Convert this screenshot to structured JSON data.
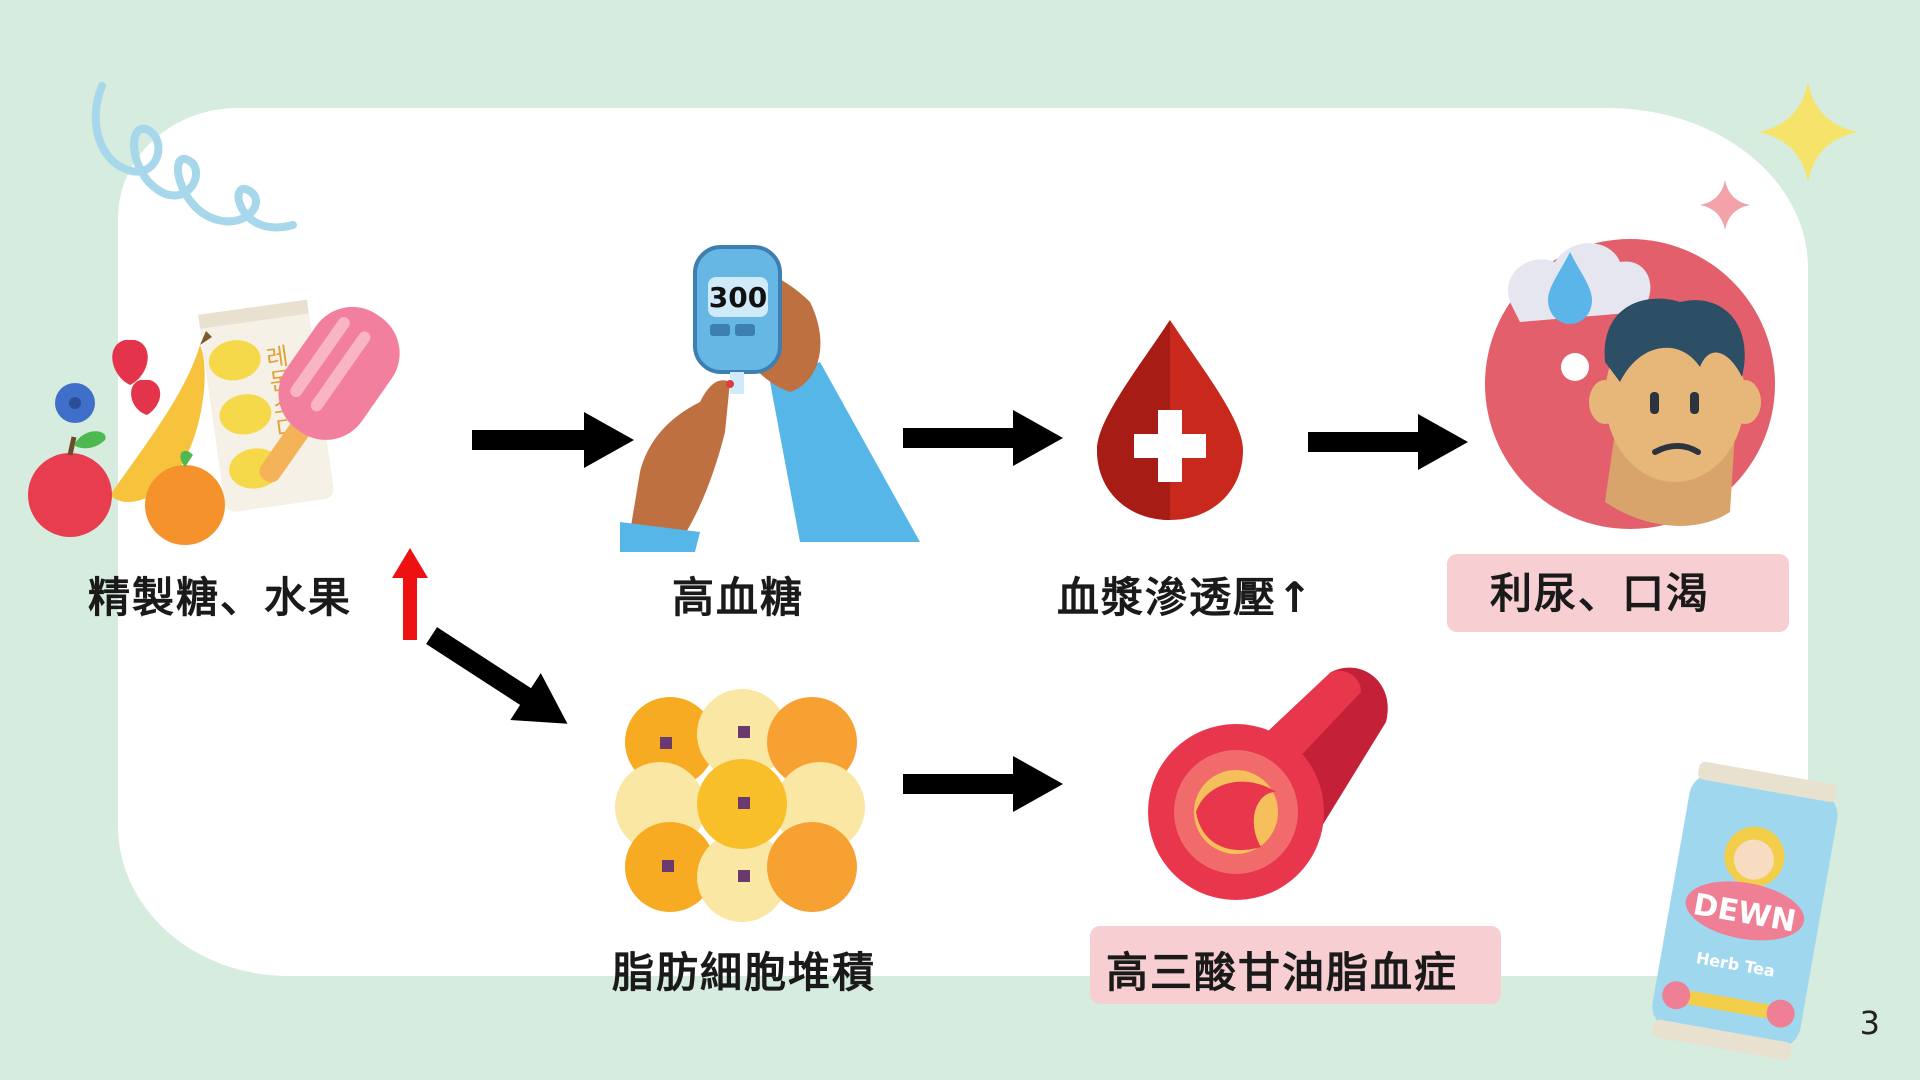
{
  "slide": {
    "page_number": "3"
  },
  "nodes": {
    "sugar_fruit": {
      "label": "精製糖、水果",
      "icon": "fruit-popsicle-icon"
    },
    "high_blood_sugar": {
      "label": "高血糖",
      "icon": "glucose-meter-icon",
      "meter_reading": "300"
    },
    "plasma_osmotic": {
      "label": "血漿滲透壓↑",
      "icon": "blood-drop-icon"
    },
    "diuresis_thirst": {
      "label": "利尿、口渴",
      "icon": "thirsty-person-icon"
    },
    "fat_cells": {
      "label": "脂肪細胞堆積",
      "icon": "fat-cells-icon"
    },
    "hypertriglyceridemia": {
      "label": "高三酸甘油脂血症",
      "icon": "blood-vessel-icon"
    }
  },
  "decor": {
    "soda_can": {
      "brand": "DEWN",
      "sub": "Herb Tea"
    },
    "lemon_soda_text": "레몬소다"
  },
  "colors": {
    "background": "#d5ecde",
    "card": "#ffffff",
    "arrow": "#000000",
    "increase_arrow": "#ee1111",
    "highlight_pill": "#f7cfd3"
  }
}
